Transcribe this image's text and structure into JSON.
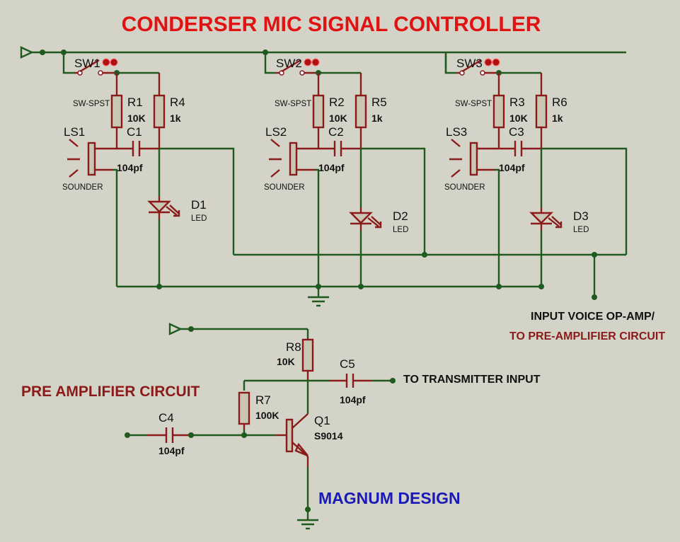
{
  "title": "CONDERSER MIC SIGNAL CONTROLLER",
  "colors": {
    "background": "#d4d3c7",
    "wire": "#1f5a1f",
    "component": "#8b1a1a",
    "title": "#e01212",
    "brand": "#1a1ab8"
  },
  "channels": [
    {
      "switch": "SW1",
      "switch_type": "SW-SPST",
      "r_bias": "R1",
      "r_bias_value": "10K",
      "r_led": "R4",
      "r_led_value": "1k",
      "mic": "LS1",
      "mic_type": "SOUNDER",
      "cap": "C1",
      "cap_value": "104pf",
      "led": "D1",
      "led_type": "LED"
    },
    {
      "switch": "SW2",
      "switch_type": "SW-SPST",
      "r_bias": "R2",
      "r_bias_value": "10K",
      "r_led": "R5",
      "r_led_value": "1k",
      "mic": "LS2",
      "mic_type": "SOUNDER",
      "cap": "C2",
      "cap_value": "104pf",
      "led": "D2",
      "led_type": "LED"
    },
    {
      "switch": "SW3",
      "switch_type": "SW-SPST",
      "r_bias": "R3",
      "r_bias_value": "10K",
      "r_led": "R6",
      "r_led_value": "1k",
      "mic": "LS3",
      "mic_type": "SOUNDER",
      "cap": "C3",
      "cap_value": "104pf",
      "led": "D3",
      "led_type": "LED"
    }
  ],
  "output_note": {
    "line1": "INPUT VOICE OP-AMP/",
    "line2": "TO PRE-AMPLIFIER CIRCUIT"
  },
  "preamp": {
    "section_title": "PRE AMPLIFIER CIRCUIT",
    "r8": {
      "ref": "R8",
      "value": "10K"
    },
    "r7": {
      "ref": "R7",
      "value": "100K"
    },
    "c4": {
      "ref": "C4",
      "value": "104pf"
    },
    "c5": {
      "ref": "C5",
      "value": "104pf"
    },
    "q1": {
      "ref": "Q1",
      "value": "S9014"
    },
    "output_label": "TO TRANSMITTER INPUT"
  },
  "brand": "MAGNUM DESIGN"
}
